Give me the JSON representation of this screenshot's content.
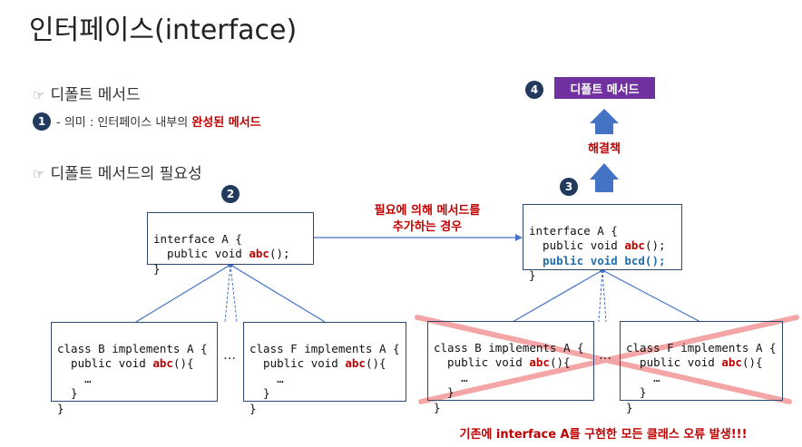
{
  "title": "인터페이스(interface)",
  "section1": {
    "bullet": "☞",
    "heading": "디폴트 메서드"
  },
  "meaning": {
    "prefix": "- 의미 : 인터페이스 내부의 ",
    "highlight": "완성된 메서드"
  },
  "section2": {
    "bullet": "☞",
    "heading": "디폴트 메서드의 필요성"
  },
  "badges": {
    "b1": "1",
    "b2": "2",
    "b3": "3",
    "b4": "4"
  },
  "interface_left": {
    "line1": "interface A {",
    "line2_pre": "  public void ",
    "line2_fn": "abc",
    "line2_post": "();",
    "line3": "}"
  },
  "interface_right": {
    "line1": "interface A {",
    "line2_pre": "  public void ",
    "line2_fn": "abc",
    "line2_post": "();",
    "line3": "  public void bcd();",
    "line4": "}"
  },
  "class_b": {
    "line1": "class B implements A {",
    "line2_pre": "  public void ",
    "line2_fn": "abc",
    "line2_post": "(){",
    "line3": "    …",
    "line4": "  }",
    "line5": "}"
  },
  "class_f": {
    "line1": "class F implements A {",
    "line2_pre": "  public void ",
    "line2_fn": "abc",
    "line2_post": "(){",
    "line3": "    …",
    "line4": "  }",
    "line5": "}"
  },
  "arrow_label": {
    "line1": "필요에 의해 메서드를",
    "line2": "추가하는 경우"
  },
  "solution_label": "해결책",
  "purple_box": "디폴트 메서드",
  "ellipsis": "…",
  "error_message": "기존에 interface A를 구현한 모든 클래스 오류 발생!!!",
  "colors": {
    "navy": "#223a5e",
    "red": "#c00000",
    "purple": "#7030a0",
    "blue": "#1f6fb0",
    "arrow_blue": "#4472c4",
    "cross": "#f4a6a6"
  }
}
